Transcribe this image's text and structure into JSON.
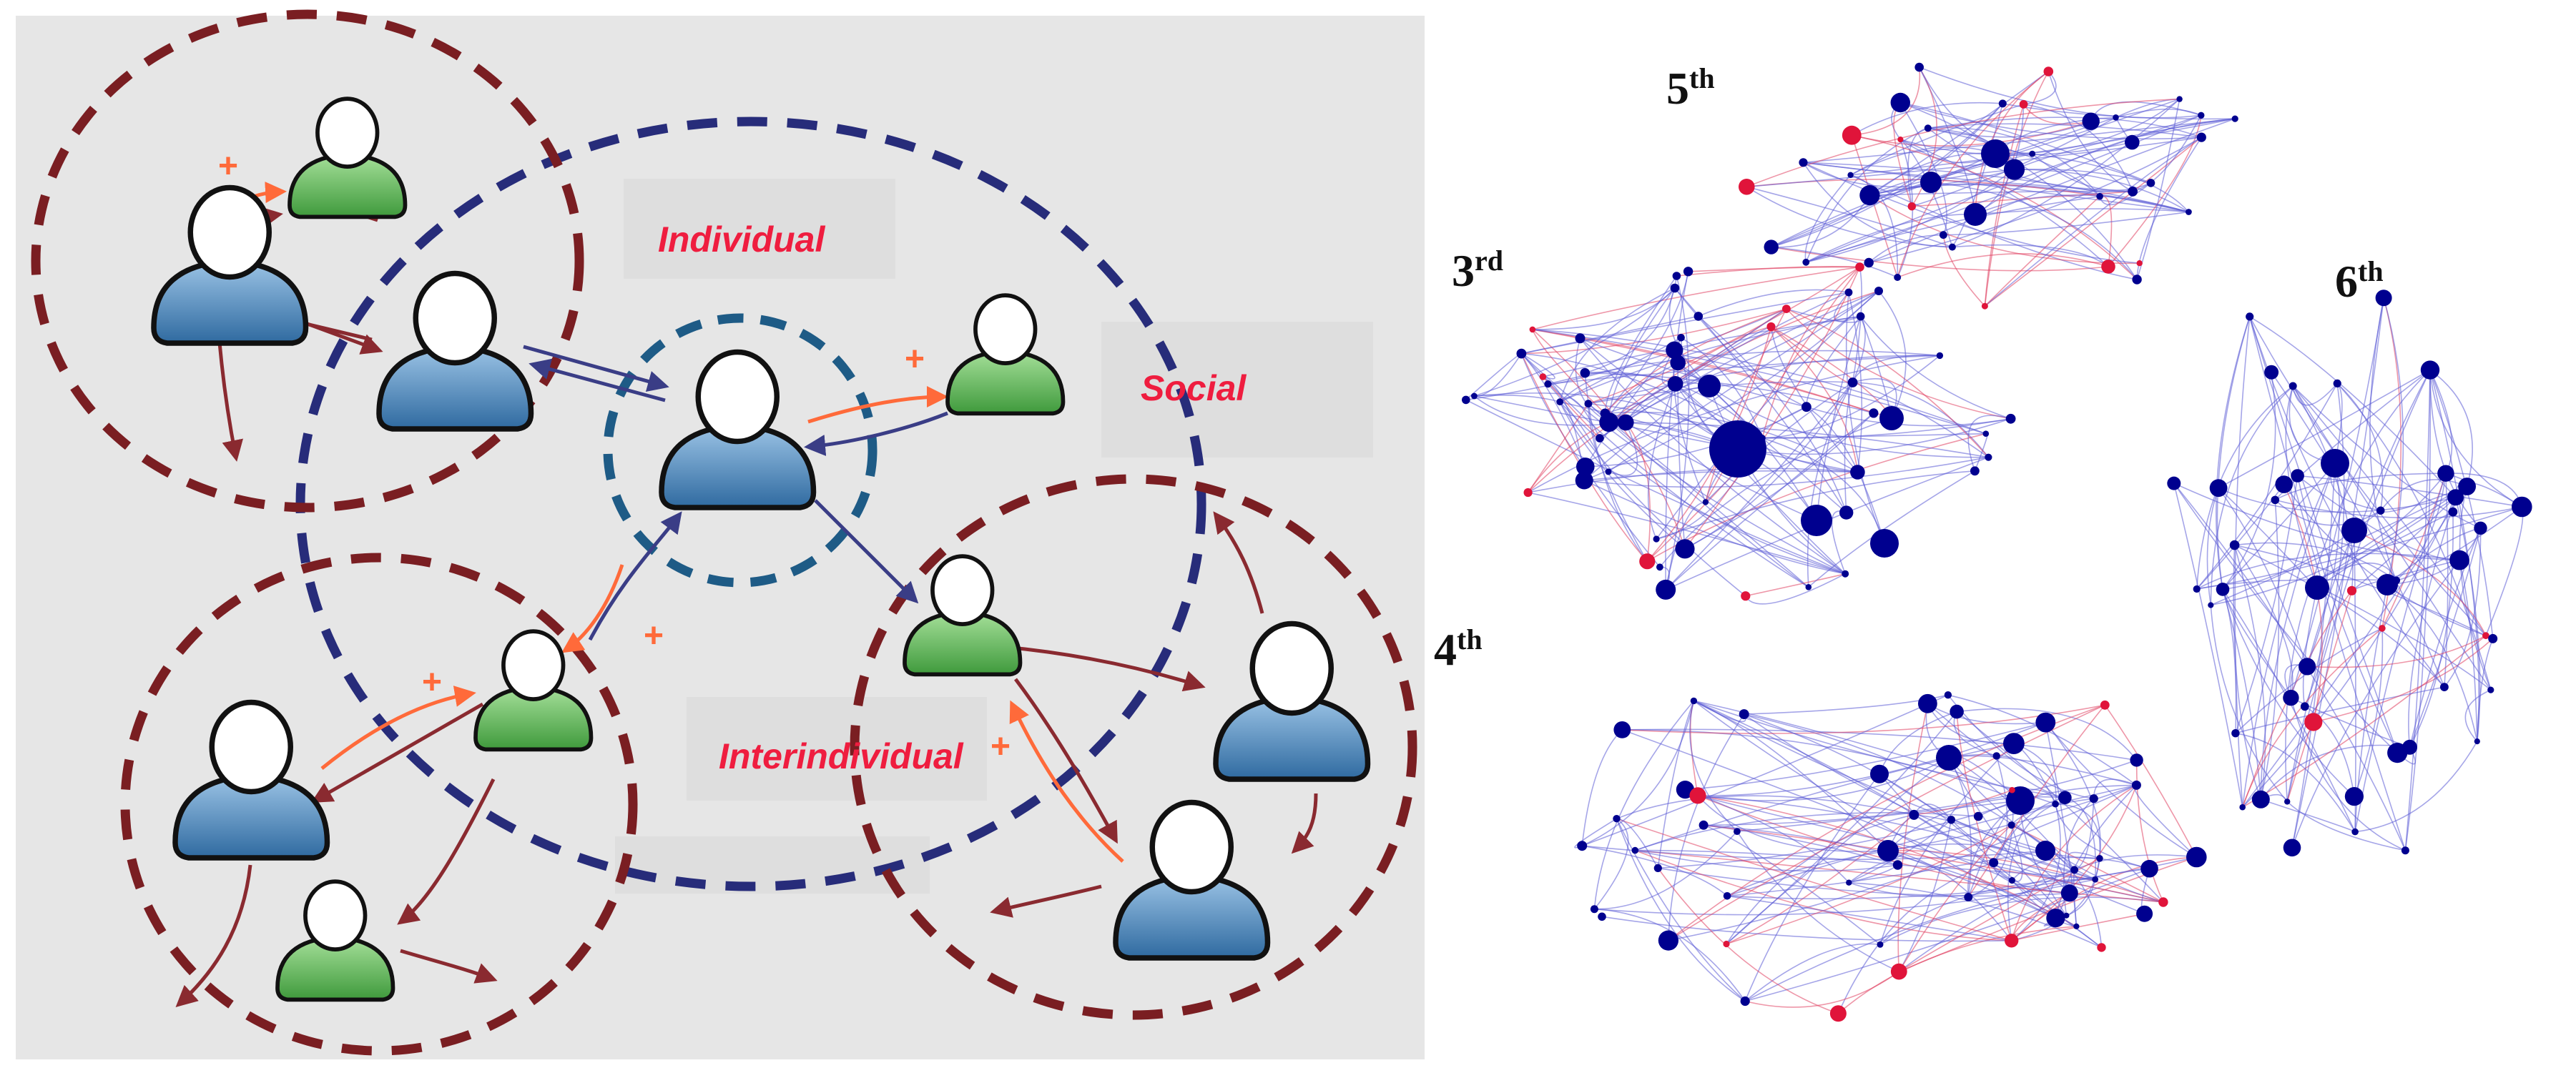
{
  "left_diagram": {
    "labels": {
      "individual": "Individual",
      "social": "Social",
      "interindividual": "Interindividual"
    },
    "plus_sign": "+",
    "colors": {
      "panel_bg": "#e6e6e6",
      "group_circle": "#7a1e22",
      "social_circle": "#272c7a",
      "individual_circle": "#1e5b86",
      "person_blue": "#4c86b8",
      "person_green": "#63b25c",
      "arrow_red": "#8a2a30",
      "arrow_blue": "#3a3d86",
      "arrow_orange": "#ff6a3a",
      "label_text": "#ef1d3f"
    }
  },
  "right_diagram": {
    "level_labels": [
      {
        "base": "5",
        "suffix": "th"
      },
      {
        "base": "3",
        "suffix": "rd"
      },
      {
        "base": "6",
        "suffix": "th"
      },
      {
        "base": "4",
        "suffix": "th"
      }
    ],
    "colors": {
      "node_blue": "#00008f",
      "node_red": "#e0143a",
      "edge_blue": "#5b5bd6",
      "edge_red": "#e04060"
    }
  }
}
